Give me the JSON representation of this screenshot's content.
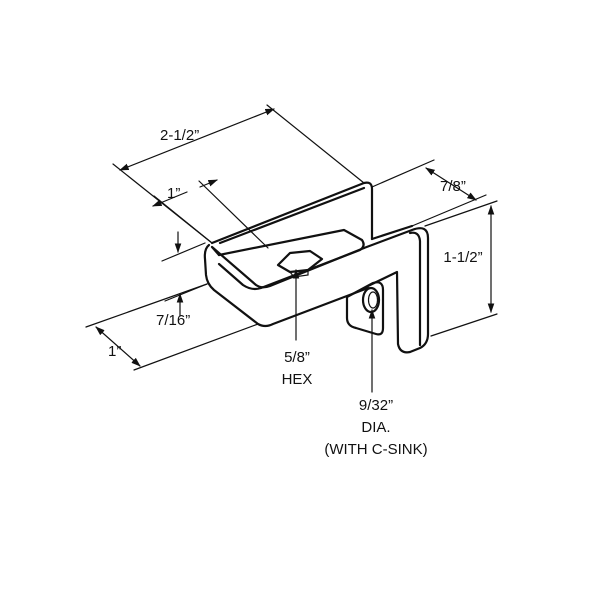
{
  "drawing": {
    "dimensions": {
      "overall_length": "2-1/2”",
      "cradle_offset": "1”",
      "wall_thickness": "7/8”",
      "height": "1-1/2”",
      "base_thickness": "7/16”",
      "front_depth": "1”"
    },
    "callouts": {
      "hex_size": "5/8”",
      "hex_label": "HEX",
      "hole_size": "9/32”",
      "hole_label": "DIA.",
      "hole_note": "(WITH C-SINK)"
    },
    "colors": {
      "line": "#111111",
      "background": "#ffffff"
    }
  }
}
